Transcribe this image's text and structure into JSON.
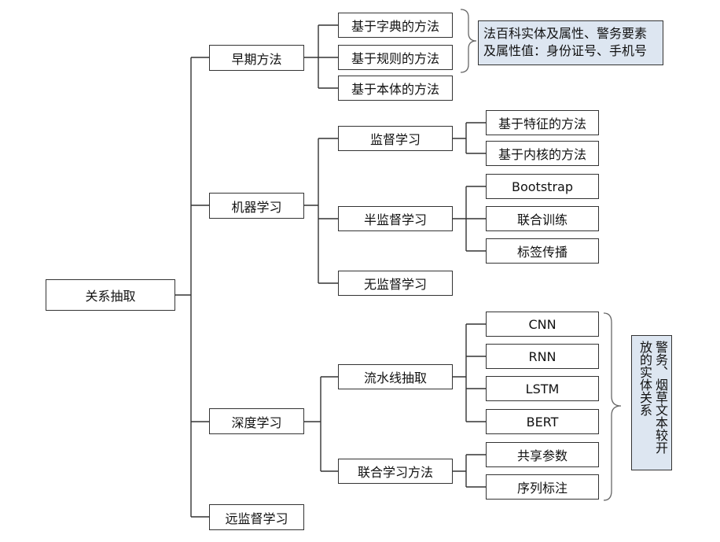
{
  "root": "关系抽取",
  "level1": {
    "early": "早期方法",
    "ml": "机器学习",
    "dl": "深度学习",
    "distant": "远监督学习"
  },
  "early_methods": [
    "基于字典的方法",
    "基于规则的方法",
    "基于本体的方法"
  ],
  "ml_children": {
    "supervised": "监督学习",
    "semi": "半监督学习",
    "unsupervised": "无监督学习"
  },
  "supervised_methods": [
    "基于特征的方法",
    "基于内核的方法"
  ],
  "semi_methods": [
    "Bootstrap",
    "联合训练",
    "标签传播"
  ],
  "dl_children": {
    "pipeline": "流水线抽取",
    "joint": "联合学习方法"
  },
  "pipeline_methods": [
    "CNN",
    "RNN",
    "LSTM",
    "BERT"
  ],
  "joint_methods": [
    "共享参数",
    "序列标注"
  ],
  "notes": {
    "early_line1": "法百科实体及属性、警务要素",
    "early_line2": "及属性值：身份证号、手机号",
    "dl_col1": "警务、烟草文本较开",
    "dl_col2": "放的实体关系"
  }
}
